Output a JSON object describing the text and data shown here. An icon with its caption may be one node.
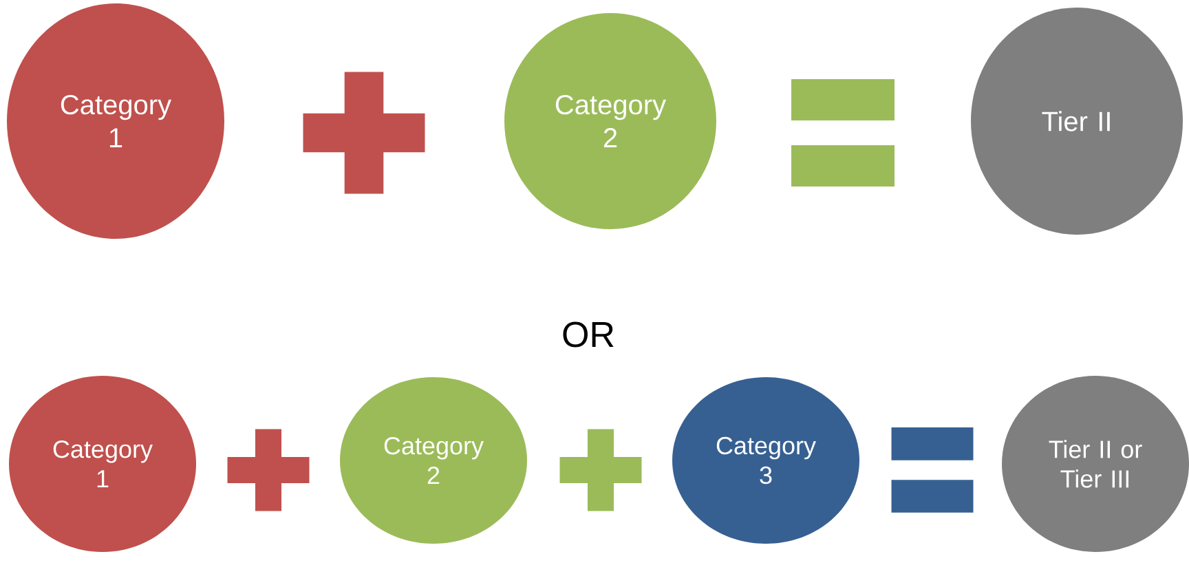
{
  "diagram": {
    "nodes": [
      {
        "text": [
          "Category 1"
        ]
      },
      {
        "text": [
          "Category 2"
        ]
      },
      {
        "text": [
          "Tier II"
        ]
      },
      {
        "text": [
          "Category 1"
        ]
      },
      {
        "text": [
          "Category 2"
        ]
      },
      {
        "text": [
          "Category 3"
        ]
      },
      {
        "text": [
          "Tier II or Tier III"
        ]
      }
    ],
    "labels": [
      "OR"
    ]
  }
}
